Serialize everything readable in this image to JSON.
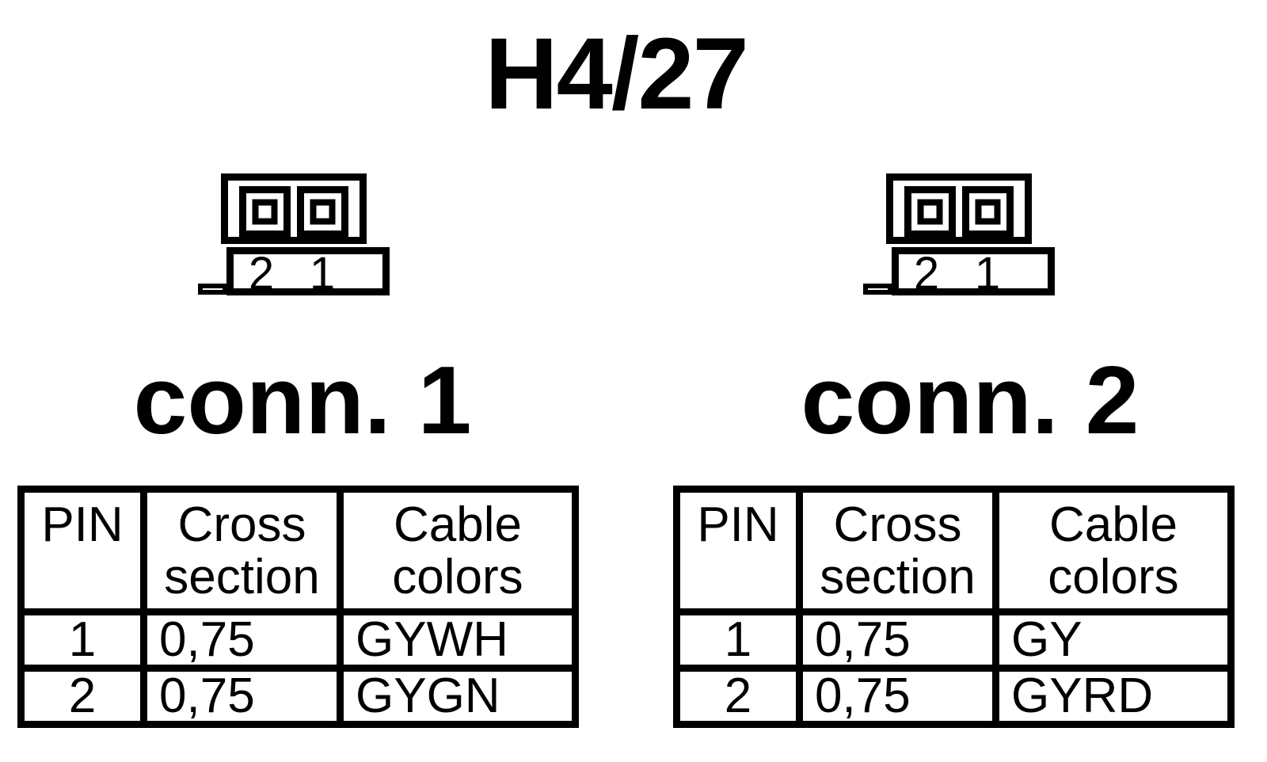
{
  "page": {
    "title": "H4/27",
    "background_color": "#ffffff",
    "ink_color": "#000000"
  },
  "connectors": [
    {
      "label": "conn. 1",
      "pins": [
        "2",
        "1"
      ],
      "table": {
        "headers": [
          "PIN",
          "Cross section",
          "Cable colors"
        ],
        "rows": [
          [
            "1",
            "0,75",
            "GYWH"
          ],
          [
            "2",
            "0,75",
            "GYGN"
          ]
        ]
      }
    },
    {
      "label": "conn. 2",
      "pins": [
        "2",
        "1"
      ],
      "table": {
        "headers": [
          "PIN",
          "Cross section",
          "Cable colors"
        ],
        "rows": [
          [
            "1",
            "0,75",
            "GY"
          ],
          [
            "2",
            "0,75",
            "GYRD"
          ]
        ]
      }
    }
  ]
}
